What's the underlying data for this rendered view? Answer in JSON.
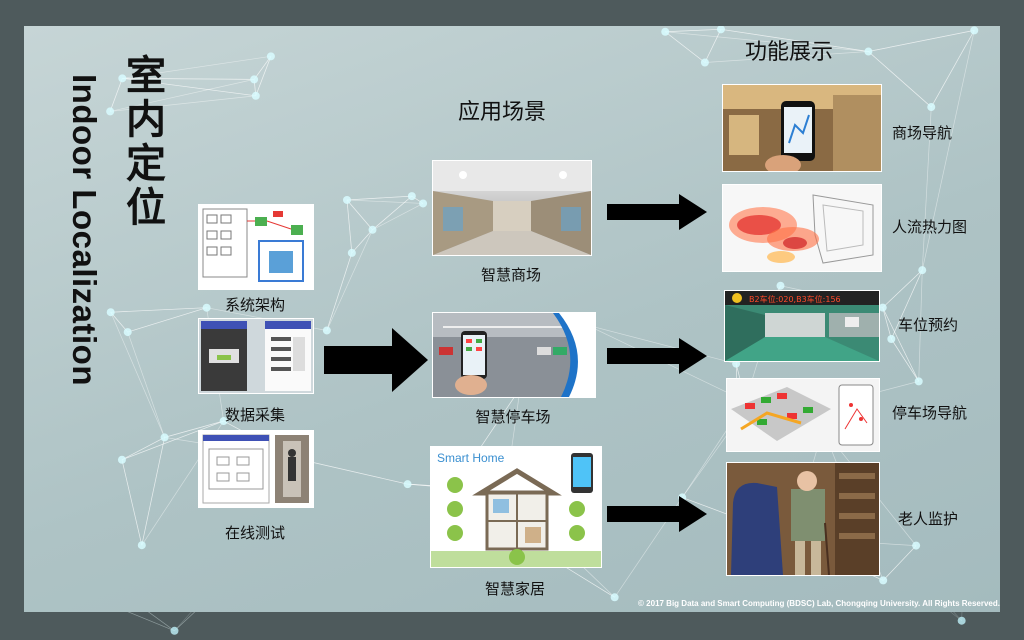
{
  "title": {
    "cn": "室内定位",
    "en": "Indoor Localization"
  },
  "headings": {
    "scenarios": "应用场景",
    "features": "功能展示"
  },
  "left_items": [
    "系统架构",
    "数据采集",
    "在线测试"
  ],
  "scenarios": [
    "智慧商场",
    "智慧停车场",
    "智慧家居"
  ],
  "features": [
    "商场导航",
    "人流热力图",
    "车位预约",
    "停车场导航",
    "老人监护"
  ],
  "images": {
    "smart_home_label": "Smart Home",
    "parking_sign": "B2车位:020,B3车位:156"
  },
  "copyright": "© 2017 Big Data and Smart Computing (BDSC) Lab, Chongqing University. All Rights Reserved.",
  "colors": {
    "panel": "#b8cbcd",
    "node": "#d8fbff",
    "arrow": "#000000"
  }
}
